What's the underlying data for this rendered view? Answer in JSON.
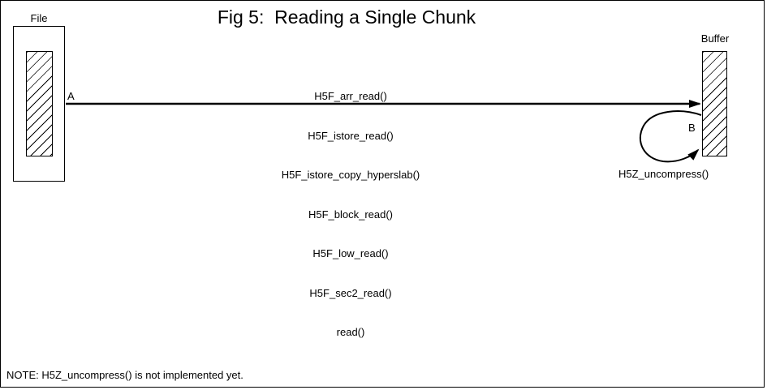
{
  "title": "Fig 5:  Reading a Single Chunk",
  "file": {
    "label": "File"
  },
  "buffer": {
    "label": "Buffer"
  },
  "arrow_a": {
    "label": "A",
    "functions": [
      "H5F_arr_read()",
      "H5F_istore_read()",
      "H5F_istore_copy_hyperslab()",
      "H5F_block_read()",
      "H5F_low_read()",
      "H5F_sec2_read()",
      "read()"
    ]
  },
  "arrow_b": {
    "label": "B",
    "function": "H5Z_uncompress()"
  },
  "note": "NOTE: H5Z_uncompress() is not implemented yet.",
  "colors": {
    "ink": "#000000",
    "background": "#ffffff"
  }
}
